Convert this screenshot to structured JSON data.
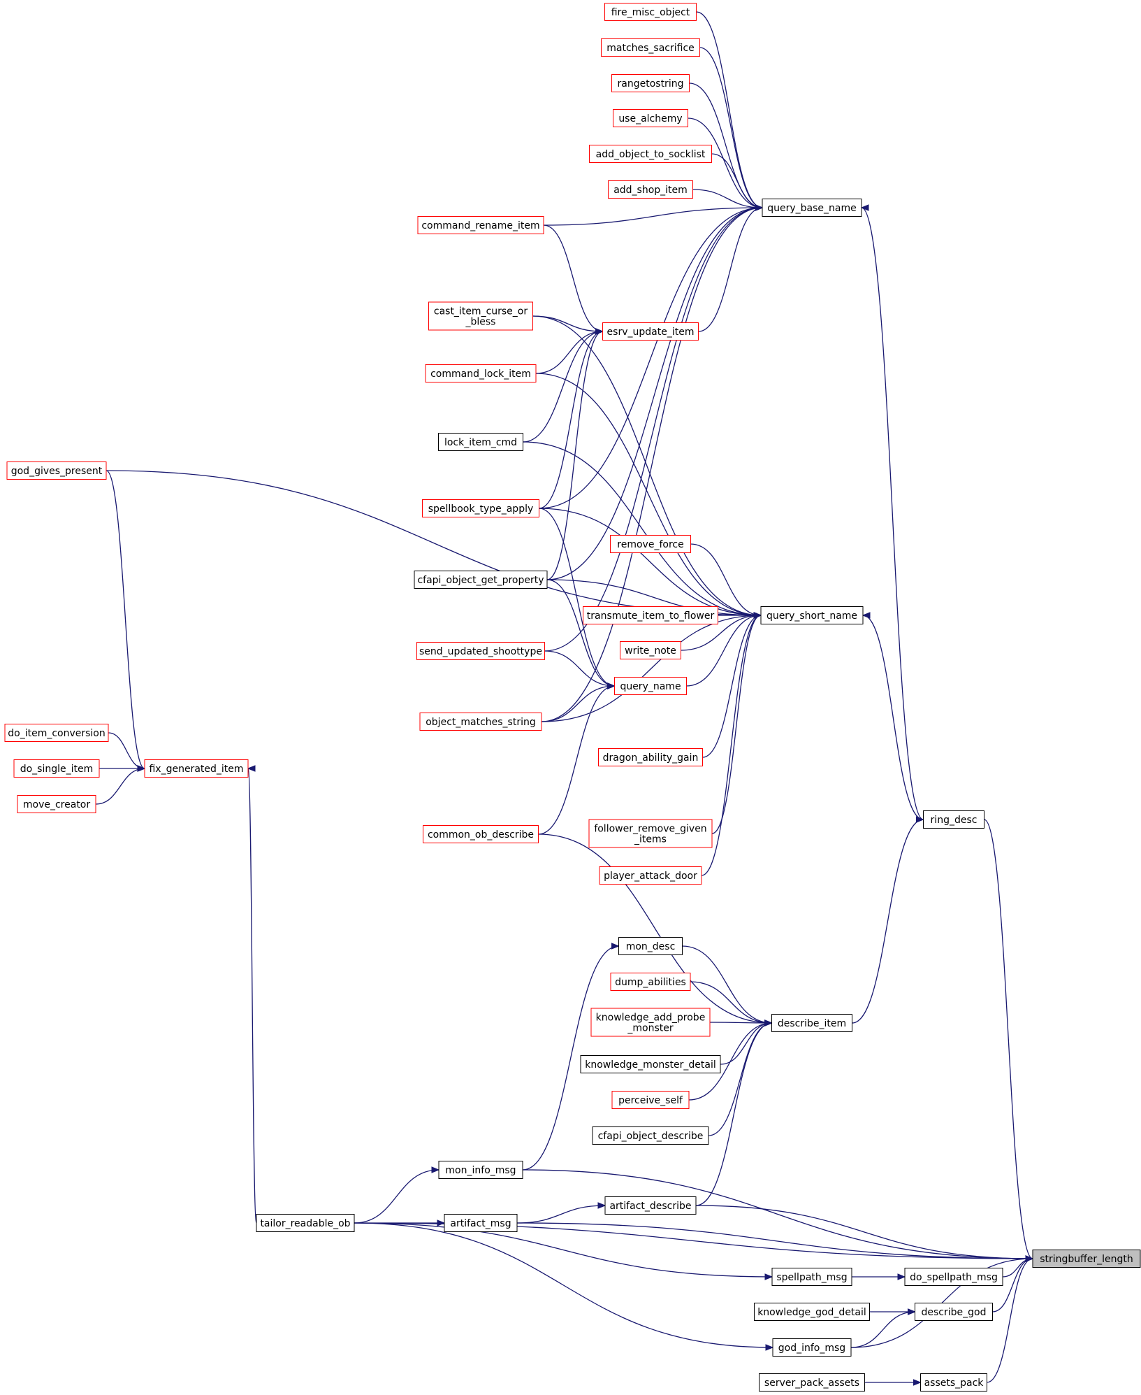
{
  "colors": {
    "edge": "#191970",
    "border_red": "#ff0000",
    "border_black": "#000000",
    "highlight_fill": "#bfbfbf",
    "node_fill": "#ffffff"
  },
  "nodes": [
    {
      "id": "n_fire_misc_object",
      "lines": [
        "fire_misc_object"
      ],
      "border": "red"
    },
    {
      "id": "n_matches_sacrifice",
      "lines": [
        "matches_sacrifice"
      ],
      "border": "red"
    },
    {
      "id": "n_rangetostring",
      "lines": [
        "rangetostring"
      ],
      "border": "red"
    },
    {
      "id": "n_use_alchemy",
      "lines": [
        "use_alchemy"
      ],
      "border": "red"
    },
    {
      "id": "n_add_object_to_socklist",
      "lines": [
        "add_object_to_socklist"
      ],
      "border": "red"
    },
    {
      "id": "n_add_shop_item",
      "lines": [
        "add_shop_item"
      ],
      "border": "red"
    },
    {
      "id": "n_query_base_name",
      "lines": [
        "query_base_name"
      ],
      "border": "black"
    },
    {
      "id": "n_command_rename_item",
      "lines": [
        "command_rename_item"
      ],
      "border": "red"
    },
    {
      "id": "n_cast_item_curse_or_bless",
      "lines": [
        "cast_item_curse_or",
        "_bless"
      ],
      "border": "red"
    },
    {
      "id": "n_esrv_update_item",
      "lines": [
        "esrv_update_item"
      ],
      "border": "red"
    },
    {
      "id": "n_command_lock_item",
      "lines": [
        "command_lock_item"
      ],
      "border": "red"
    },
    {
      "id": "n_lock_item_cmd",
      "lines": [
        "lock_item_cmd"
      ],
      "border": "black"
    },
    {
      "id": "n_god_gives_present",
      "lines": [
        "god_gives_present"
      ],
      "border": "red"
    },
    {
      "id": "n_spellbook_type_apply",
      "lines": [
        "spellbook_type_apply"
      ],
      "border": "red"
    },
    {
      "id": "n_remove_force",
      "lines": [
        "remove_force"
      ],
      "border": "red"
    },
    {
      "id": "n_cfapi_object_get_property",
      "lines": [
        "cfapi_object_get_property"
      ],
      "border": "black"
    },
    {
      "id": "n_transmute_item_to_flower",
      "lines": [
        "transmute_item_to_flower"
      ],
      "border": "red"
    },
    {
      "id": "n_query_short_name",
      "lines": [
        "query_short_name"
      ],
      "border": "black"
    },
    {
      "id": "n_write_note",
      "lines": [
        "write_note"
      ],
      "border": "red"
    },
    {
      "id": "n_send_updated_shoottype",
      "lines": [
        "send_updated_shoottype"
      ],
      "border": "red"
    },
    {
      "id": "n_query_name",
      "lines": [
        "query_name"
      ],
      "border": "red"
    },
    {
      "id": "n_object_matches_string",
      "lines": [
        "object_matches_string"
      ],
      "border": "red"
    },
    {
      "id": "n_do_item_conversion",
      "lines": [
        "do_item_conversion"
      ],
      "border": "red"
    },
    {
      "id": "n_dragon_ability_gain",
      "lines": [
        "dragon_ability_gain"
      ],
      "border": "red"
    },
    {
      "id": "n_do_single_item",
      "lines": [
        "do_single_item"
      ],
      "border": "red"
    },
    {
      "id": "n_fix_generated_item",
      "lines": [
        "fix_generated_item"
      ],
      "border": "red"
    },
    {
      "id": "n_move_creator",
      "lines": [
        "move_creator"
      ],
      "border": "red"
    },
    {
      "id": "n_ring_desc",
      "lines": [
        "ring_desc"
      ],
      "border": "black"
    },
    {
      "id": "n_follower_remove_given_items",
      "lines": [
        "follower_remove_given",
        "_items"
      ],
      "border": "red"
    },
    {
      "id": "n_common_ob_describe",
      "lines": [
        "common_ob_describe"
      ],
      "border": "red"
    },
    {
      "id": "n_player_attack_door",
      "lines": [
        "player_attack_door"
      ],
      "border": "red"
    },
    {
      "id": "n_mon_desc",
      "lines": [
        "mon_desc"
      ],
      "border": "black"
    },
    {
      "id": "n_dump_abilities",
      "lines": [
        "dump_abilities"
      ],
      "border": "red"
    },
    {
      "id": "n_knowledge_add_probe_monster",
      "lines": [
        "knowledge_add_probe",
        "_monster"
      ],
      "border": "red"
    },
    {
      "id": "n_describe_item",
      "lines": [
        "describe_item"
      ],
      "border": "black"
    },
    {
      "id": "n_knowledge_monster_detail",
      "lines": [
        "knowledge_monster_detail"
      ],
      "border": "black"
    },
    {
      "id": "n_perceive_self",
      "lines": [
        "perceive_self"
      ],
      "border": "red"
    },
    {
      "id": "n_cfapi_object_describe",
      "lines": [
        "cfapi_object_describe"
      ],
      "border": "black"
    },
    {
      "id": "n_mon_info_msg",
      "lines": [
        "mon_info_msg"
      ],
      "border": "black"
    },
    {
      "id": "n_artifact_describe",
      "lines": [
        "artifact_describe"
      ],
      "border": "black"
    },
    {
      "id": "n_tailor_readable_ob",
      "lines": [
        "tailor_readable_ob"
      ],
      "border": "black"
    },
    {
      "id": "n_artifact_msg",
      "lines": [
        "artifact_msg"
      ],
      "border": "black"
    },
    {
      "id": "n_stringbuffer_length",
      "lines": [
        "stringbuffer_length"
      ],
      "border": "black",
      "highlight": true
    },
    {
      "id": "n_spellpath_msg",
      "lines": [
        "spellpath_msg"
      ],
      "border": "black"
    },
    {
      "id": "n_do_spellpath_msg",
      "lines": [
        "do_spellpath_msg"
      ],
      "border": "black"
    },
    {
      "id": "n_knowledge_god_detail",
      "lines": [
        "knowledge_god_detail"
      ],
      "border": "black"
    },
    {
      "id": "n_describe_god",
      "lines": [
        "describe_god"
      ],
      "border": "black"
    },
    {
      "id": "n_god_info_msg",
      "lines": [
        "god_info_msg"
      ],
      "border": "black"
    },
    {
      "id": "n_server_pack_assets",
      "lines": [
        "server_pack_assets"
      ],
      "border": "black"
    },
    {
      "id": "n_assets_pack",
      "lines": [
        "assets_pack"
      ],
      "border": "black"
    }
  ],
  "edges": [
    [
      "n_fire_misc_object",
      "n_query_base_name"
    ],
    [
      "n_matches_sacrifice",
      "n_query_base_name"
    ],
    [
      "n_rangetostring",
      "n_query_base_name"
    ],
    [
      "n_use_alchemy",
      "n_query_base_name"
    ],
    [
      "n_add_object_to_socklist",
      "n_query_base_name"
    ],
    [
      "n_add_shop_item",
      "n_query_base_name"
    ],
    [
      "n_command_rename_item",
      "n_query_base_name"
    ],
    [
      "n_esrv_update_item",
      "n_query_base_name"
    ],
    [
      "n_spellbook_type_apply",
      "n_query_base_name"
    ],
    [
      "n_cfapi_object_get_property",
      "n_query_base_name"
    ],
    [
      "n_send_updated_shoottype",
      "n_query_base_name"
    ],
    [
      "n_object_matches_string",
      "n_query_base_name"
    ],
    [
      "n_ring_desc",
      "n_query_base_name"
    ],
    [
      "n_command_rename_item",
      "n_esrv_update_item"
    ],
    [
      "n_cast_item_curse_or_bless",
      "n_esrv_update_item"
    ],
    [
      "n_command_lock_item",
      "n_esrv_update_item"
    ],
    [
      "n_lock_item_cmd",
      "n_esrv_update_item"
    ],
    [
      "n_spellbook_type_apply",
      "n_esrv_update_item"
    ],
    [
      "n_cfapi_object_get_property",
      "n_esrv_update_item"
    ],
    [
      "n_god_gives_present",
      "n_query_short_name"
    ],
    [
      "n_cast_item_curse_or_bless",
      "n_query_short_name"
    ],
    [
      "n_command_lock_item",
      "n_query_short_name"
    ],
    [
      "n_lock_item_cmd",
      "n_query_short_name"
    ],
    [
      "n_spellbook_type_apply",
      "n_query_short_name"
    ],
    [
      "n_remove_force",
      "n_query_short_name"
    ],
    [
      "n_cfapi_object_get_property",
      "n_query_short_name"
    ],
    [
      "n_transmute_item_to_flower",
      "n_query_short_name"
    ],
    [
      "n_write_note",
      "n_query_short_name"
    ],
    [
      "n_query_name",
      "n_query_short_name"
    ],
    [
      "n_object_matches_string",
      "n_query_short_name"
    ],
    [
      "n_dragon_ability_gain",
      "n_query_short_name"
    ],
    [
      "n_follower_remove_given_items",
      "n_query_short_name"
    ],
    [
      "n_player_attack_door",
      "n_query_short_name"
    ],
    [
      "n_ring_desc",
      "n_query_short_name"
    ],
    [
      "n_spellbook_type_apply",
      "n_query_name"
    ],
    [
      "n_cfapi_object_get_property",
      "n_query_name"
    ],
    [
      "n_send_updated_shoottype",
      "n_query_name"
    ],
    [
      "n_object_matches_string",
      "n_query_name"
    ],
    [
      "n_common_ob_describe",
      "n_query_name"
    ],
    [
      "n_god_gives_present",
      "n_fix_generated_item"
    ],
    [
      "n_do_item_conversion",
      "n_fix_generated_item"
    ],
    [
      "n_do_single_item",
      "n_fix_generated_item"
    ],
    [
      "n_move_creator",
      "n_fix_generated_item"
    ],
    [
      "n_tailor_readable_ob",
      "n_fix_generated_item"
    ],
    [
      "n_describe_item",
      "n_ring_desc"
    ],
    [
      "n_common_ob_describe",
      "n_describe_item"
    ],
    [
      "n_mon_desc",
      "n_describe_item"
    ],
    [
      "n_dump_abilities",
      "n_describe_item"
    ],
    [
      "n_knowledge_add_probe_monster",
      "n_describe_item"
    ],
    [
      "n_knowledge_monster_detail",
      "n_describe_item"
    ],
    [
      "n_perceive_self",
      "n_describe_item"
    ],
    [
      "n_cfapi_object_describe",
      "n_describe_item"
    ],
    [
      "n_artifact_describe",
      "n_describe_item"
    ],
    [
      "n_mon_info_msg",
      "n_mon_desc"
    ],
    [
      "n_tailor_readable_ob",
      "n_mon_info_msg"
    ],
    [
      "n_tailor_readable_ob",
      "n_artifact_msg"
    ],
    [
      "n_artifact_msg",
      "n_artifact_describe"
    ],
    [
      "n_tailor_readable_ob",
      "n_spellpath_msg"
    ],
    [
      "n_tailor_readable_ob",
      "n_god_info_msg"
    ],
    [
      "n_spellpath_msg",
      "n_do_spellpath_msg"
    ],
    [
      "n_knowledge_god_detail",
      "n_describe_god"
    ],
    [
      "n_god_info_msg",
      "n_describe_god"
    ],
    [
      "n_server_pack_assets",
      "n_assets_pack"
    ],
    [
      "n_ring_desc",
      "n_stringbuffer_length"
    ],
    [
      "n_mon_info_msg",
      "n_stringbuffer_length"
    ],
    [
      "n_artifact_describe",
      "n_stringbuffer_length"
    ],
    [
      "n_artifact_msg",
      "n_stringbuffer_length"
    ],
    [
      "n_tailor_readable_ob",
      "n_stringbuffer_length"
    ],
    [
      "n_do_spellpath_msg",
      "n_stringbuffer_length"
    ],
    [
      "n_describe_god",
      "n_stringbuffer_length"
    ],
    [
      "n_god_info_msg",
      "n_stringbuffer_length"
    ],
    [
      "n_assets_pack",
      "n_stringbuffer_length"
    ]
  ]
}
